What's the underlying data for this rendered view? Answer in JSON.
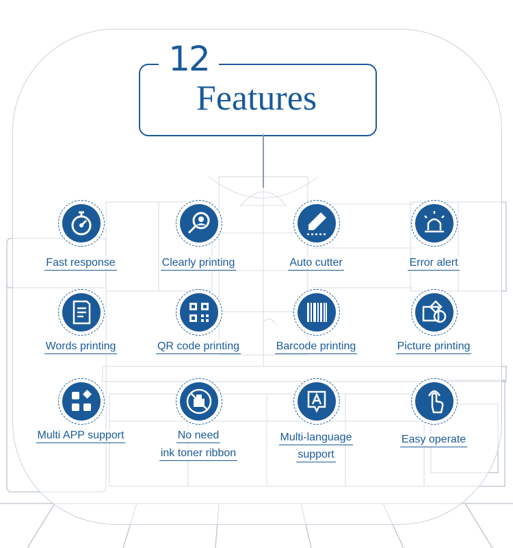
{
  "title": {
    "number": "12",
    "word": "Features"
  },
  "features": [
    {
      "label": "Fast response",
      "icon": "stopwatch-icon"
    },
    {
      "label": "Clearly printing",
      "icon": "magnifier-icon"
    },
    {
      "label": "Auto cutter",
      "icon": "pen-cutter-icon"
    },
    {
      "label": "Error alert",
      "icon": "alarm-light-icon"
    },
    {
      "label": "Words printing",
      "icon": "document-icon"
    },
    {
      "label": "QR code printing",
      "icon": "qr-code-icon"
    },
    {
      "label": "Barcode printing",
      "icon": "barcode-icon"
    },
    {
      "label": "Picture printing",
      "icon": "picture-icon"
    },
    {
      "label": "Multi APP support",
      "icon": "app-grid-icon"
    },
    {
      "label": "No need",
      "label2": "ink toner ribbon",
      "icon": "no-ink-icon"
    },
    {
      "label": "Multi-language",
      "label2": "support",
      "icon": "language-icon"
    },
    {
      "label": "Easy operate",
      "icon": "tap-hand-icon"
    }
  ],
  "colors": {
    "accent": "#1b5a99",
    "sketch": "#a9b4c0"
  }
}
